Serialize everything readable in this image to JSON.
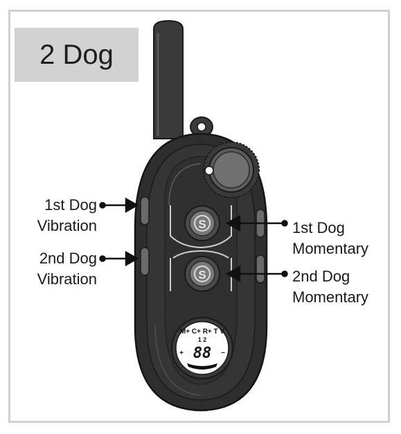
{
  "title": "2 Dog",
  "labels": {
    "first_dog_vibration": [
      "1st Dog",
      "Vibration"
    ],
    "second_dog_vibration": [
      "2nd Dog",
      "Vibration"
    ],
    "first_dog_momentary": [
      "1st Dog",
      "Momentary"
    ],
    "second_dog_momentary": [
      "2nd Dog",
      "Momentary"
    ]
  },
  "display": {
    "top_modes": "M+ C+ R+ T V",
    "dog_numbers": "1  2",
    "digits": "88",
    "plus": "+",
    "minus": "−"
  },
  "buttons": {
    "momentary_symbol": "S"
  },
  "colors": {
    "body": "#2f2f2f",
    "body_dark": "#1d1d1d",
    "button": "#6a6a6a",
    "title_bg": "#d2d2d2",
    "frame": "#d0d0d0"
  }
}
